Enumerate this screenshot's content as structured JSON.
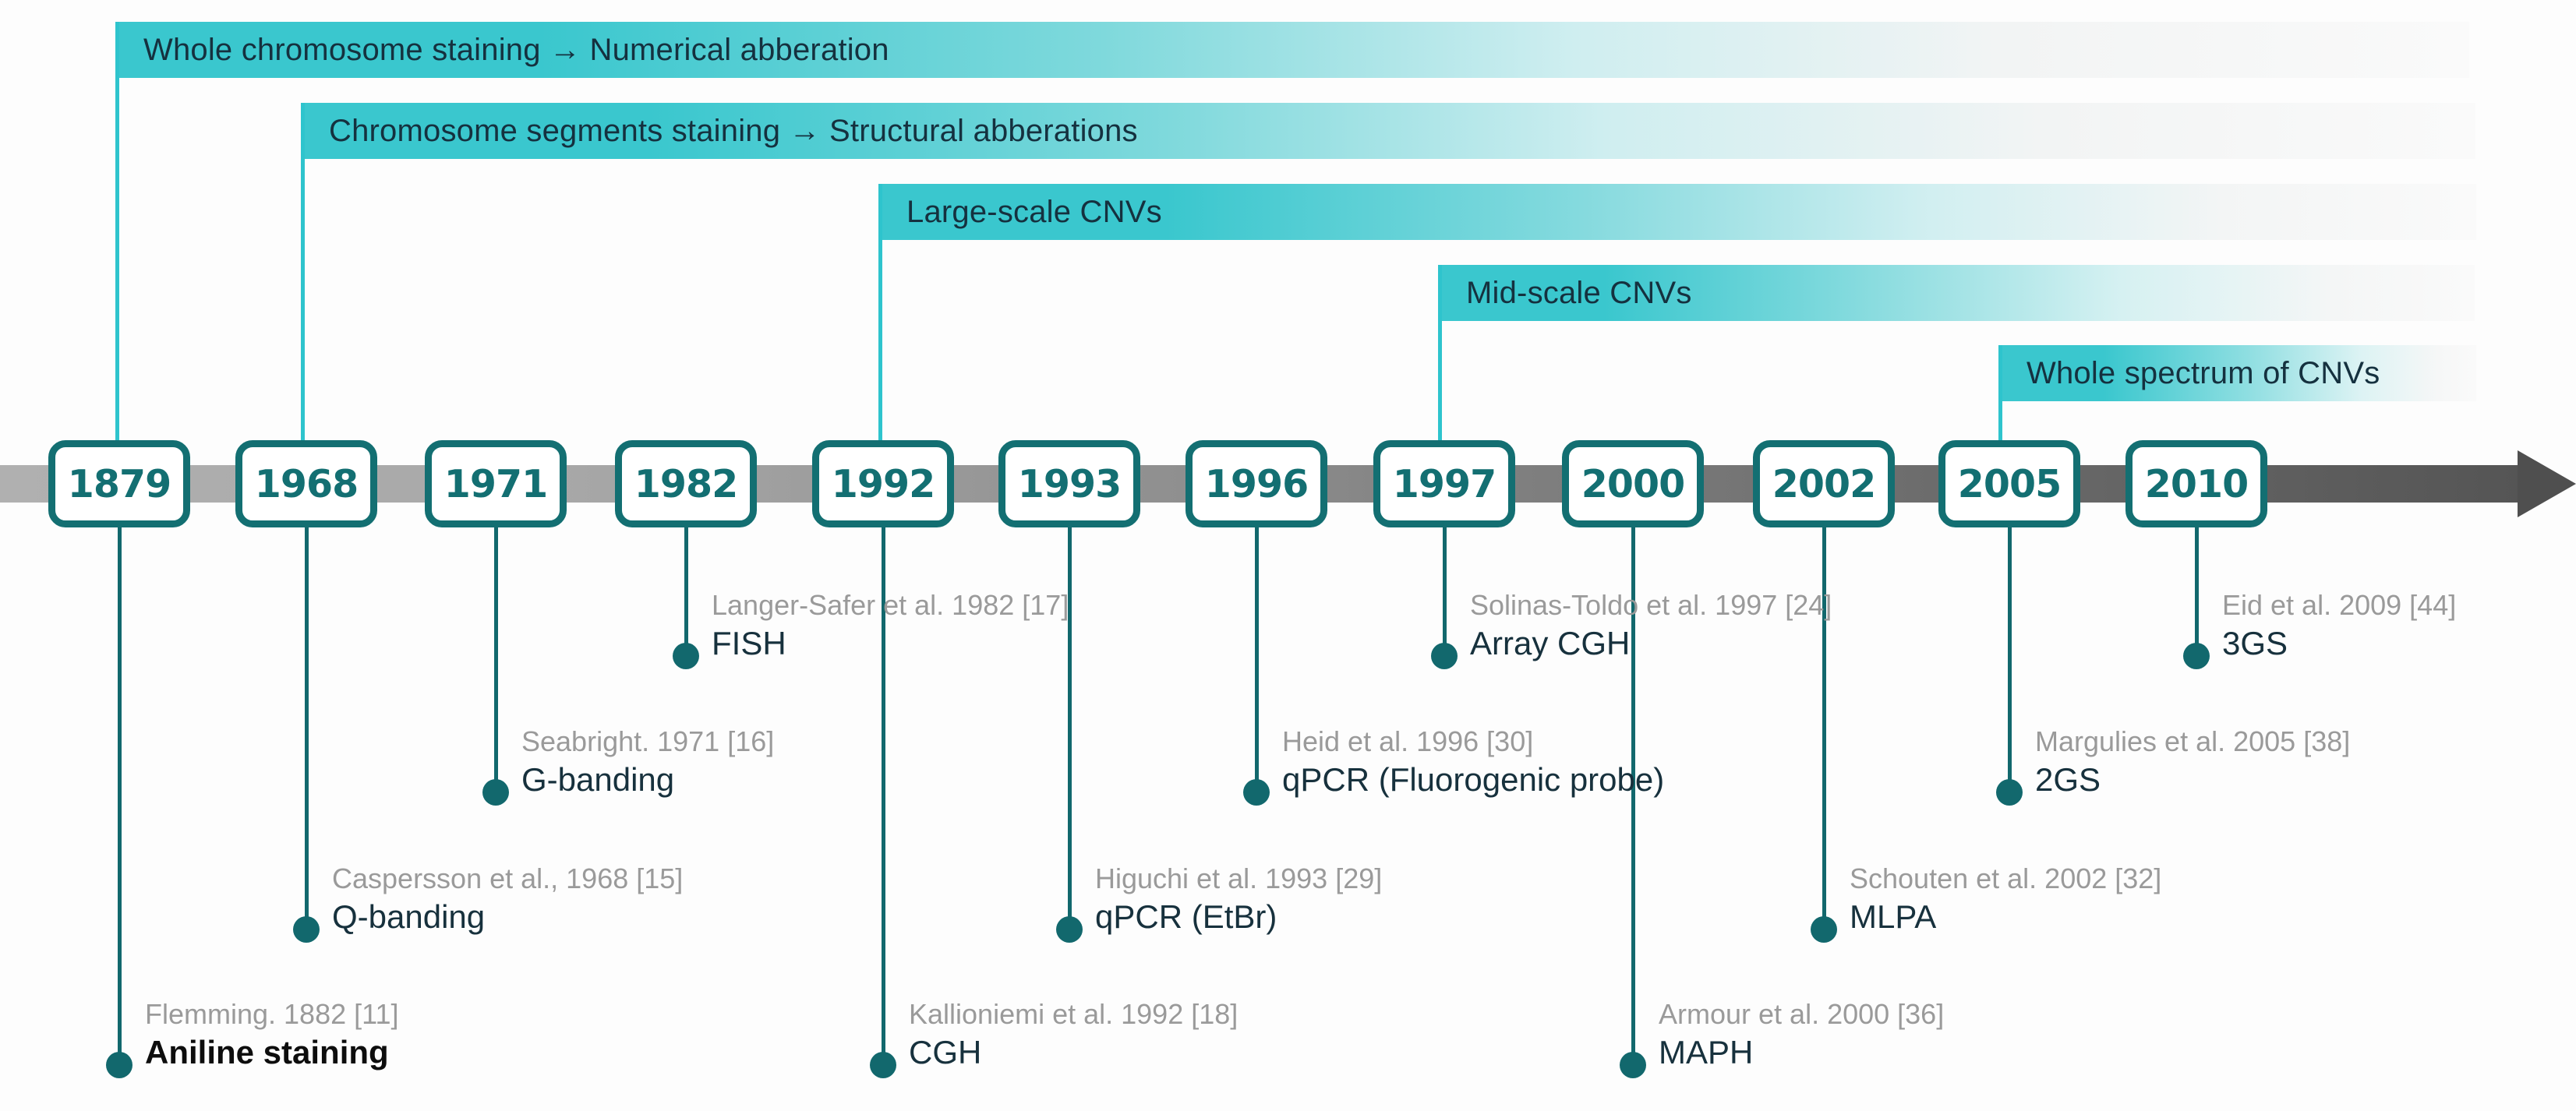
{
  "figure": {
    "type": "timeline",
    "title": "Timeline of cytogenetic and molecular techniques for detecting chromosomal aberrations and CNVs"
  },
  "colors": {
    "teal_accent": "#2ec4cd",
    "teal_dark": "#136f72",
    "axis_light": "#b0b0b0",
    "axis_dark": "#555555",
    "citation_gray": "#9a9a9a",
    "label_navy": "#17313d"
  },
  "category_bars": [
    {
      "label": "Whole chromosome staining → Numerical abberation",
      "year": "1879"
    },
    {
      "label": "Chromosome segments staining → Structural abberations",
      "year": "1968"
    },
    {
      "label": "Large-scale CNVs",
      "year": "1992"
    },
    {
      "label": "Mid-scale CNVs",
      "year": "1997"
    },
    {
      "label": "Whole spectrum of CNVs",
      "year": "2005"
    }
  ],
  "years": [
    "1879",
    "1968",
    "1971",
    "1982",
    "1992",
    "1993",
    "1996",
    "1997",
    "2000",
    "2002",
    "2005",
    "2010"
  ],
  "events": [
    {
      "year": "1879",
      "citation": "Flemming. 1882 [11]",
      "name": "Aniline staining"
    },
    {
      "year": "1968",
      "citation": "Caspersson et al., 1968 [15]",
      "name": "Q-banding"
    },
    {
      "year": "1971",
      "citation": "Seabright. 1971 [16]",
      "name": "G-banding"
    },
    {
      "year": "1982",
      "citation": "Langer-Safer et al. 1982 [17]",
      "name": "FISH"
    },
    {
      "year": "1992",
      "citation": "Kallioniemi et al. 1992 [18]",
      "name": "CGH"
    },
    {
      "year": "1993",
      "citation": "Higuchi et al. 1993 [29]",
      "name": "qPCR (EtBr)"
    },
    {
      "year": "1996",
      "citation": "Heid et al. 1996 [30]",
      "name": "qPCR (Fluorogenic probe)"
    },
    {
      "year": "1997",
      "citation": "Solinas-Toldo et al. 1997 [24]",
      "name": "Array CGH"
    },
    {
      "year": "2000",
      "citation": "Armour et al. 2000 [36]",
      "name": "MAPH"
    },
    {
      "year": "2002",
      "citation": "Schouten et al. 2002 [32]",
      "name": "MLPA"
    },
    {
      "year": "2005",
      "citation": "Margulies et al. 2005 [38]",
      "name": "2GS"
    },
    {
      "year": "2010",
      "citation": "Eid et al. 2009 [44]",
      "name": "3GS"
    }
  ]
}
